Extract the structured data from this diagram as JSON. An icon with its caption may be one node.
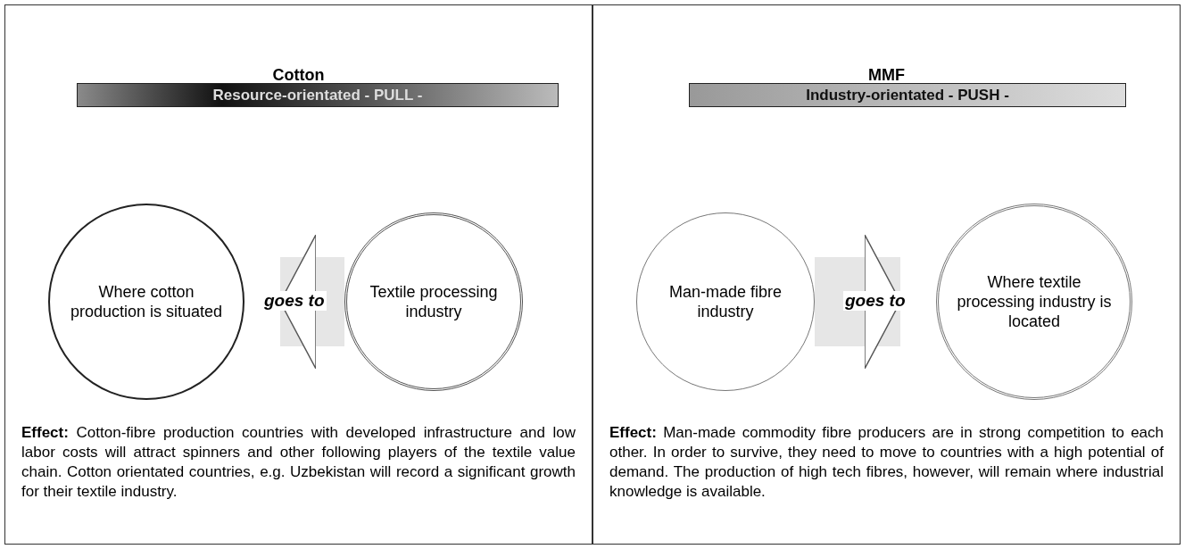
{
  "diagram": {
    "nodes": [
      {
        "text": [
          "Cotton",
          "**Effect:** Cotton-fibre production countries with developed infrastructure and low labor costs will attract spinners and other following players of the textile value chain. Cotton orientated countries, e.g. Uzbekistan will record a significant growth for their textile industry."
        ]
      },
      {
        "text": [
          "Resource-orientated - PULL -"
        ],
        "in": 0
      },
      {
        "text": [
          "Where cotton production is situated"
        ],
        "in": 0
      },
      {
        "text": [
          "Textile processing industry"
        ],
        "in": 0
      },
      {
        "text": [
          "MMF",
          "**Effect:** Man-made commodity fibre producers are in strong competition to each other. In order to survive, they need to move to countries with a high potential of demand. The production of high tech fibres, however, will remain where industrial knowledge is available."
        ]
      },
      {
        "text": [
          "Industry-orientated - PUSH -"
        ],
        "in": 4
      },
      {
        "text": [
          "Man-made fibre industry"
        ],
        "in": 4
      },
      {
        "text": [
          "Where textile processing industry is located"
        ],
        "in": 4
      }
    ],
    "edges": [
      {
        "from": 3,
        "to": 2,
        "arrow": "to",
        "label": "goes to"
      },
      {
        "from": 6,
        "to": 7,
        "arrow": "to",
        "label": "goes to"
      }
    ]
  }
}
